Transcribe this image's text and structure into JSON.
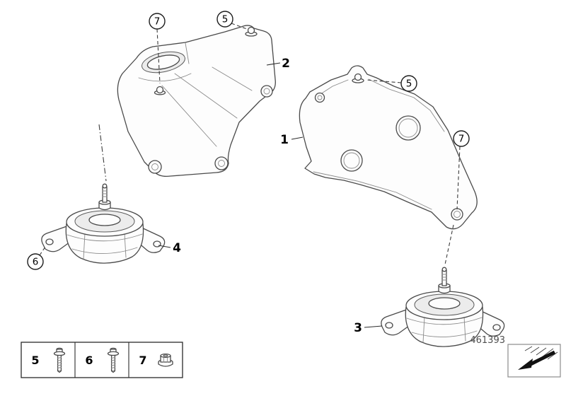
{
  "callouts": {
    "c7_top": "7",
    "c5_top": "5",
    "c5_right": "5",
    "c7_right": "7",
    "c6_left": "6"
  },
  "part_labels": {
    "p1": "1",
    "p2": "2",
    "p3": "3",
    "p4": "4"
  },
  "legend": {
    "items": [
      {
        "number": "5",
        "icon": "hex-flange-bolt-icon"
      },
      {
        "number": "6",
        "icon": "hex-flange-bolt-icon"
      },
      {
        "number": "7",
        "icon": "hex-flange-nut-icon"
      }
    ]
  },
  "footer": {
    "diagram_number": "461393",
    "direction_icon": "direction-arrow-icon"
  },
  "colors": {
    "line": "#4a4a4a",
    "background": "#ffffff",
    "text": "#000000",
    "muted_text": "#4f4f4f"
  }
}
